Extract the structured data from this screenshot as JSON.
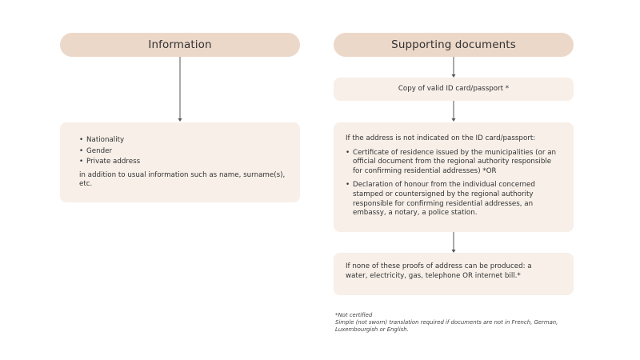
{
  "information": {
    "title": "Information",
    "items": [
      "Nationality",
      "Gender",
      "Private address"
    ],
    "note": "in addition to usual information such as name, surname(s), etc."
  },
  "supporting": {
    "title": "Supporting documents",
    "id_card": "Copy of valid ID card/passport *",
    "address_intro": "If the address is not indicated on the ID card/passport:",
    "address_options": [
      "Certificate of residence issued by the municipalities (or an official document from the regional authority responsible for confirming residential addresses) *OR",
      "Declaration of honour from the individual concerned stamped or countersigned by the regional authority responsible for confirming residential addresses, an embassy, a notary, a police station."
    ],
    "fallback": "If none of these proofs of address can be produced: a water, electricity, gas, telephone OR internet bill.*"
  },
  "footnote": {
    "line1": "*Not certified",
    "line2": "Simple (not sworn) translation required if documents are not in French, German, Luxembourgish or English."
  },
  "colors": {
    "header_fill": "#ecd8c9",
    "box_fill": "#f7efe8",
    "arrow": "#555555"
  }
}
